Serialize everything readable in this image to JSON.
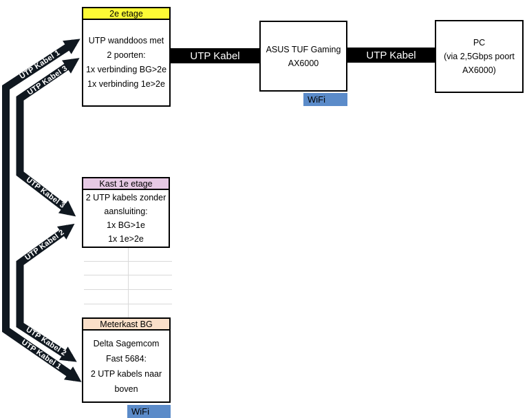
{
  "diagram": {
    "boxes": {
      "etage2": {
        "header": "2e etage",
        "lines": [
          "UTP wanddoos met",
          "2 poorten:",
          "1x verbinding BG>2e",
          "1x verbinding 1e>2e"
        ]
      },
      "router": {
        "lines": [
          "ASUS TUF Gaming",
          "AX6000"
        ],
        "wifi": "WiFi"
      },
      "pc": {
        "lines": [
          "PC",
          "(via 2,5Gbps poort",
          "AX6000)"
        ]
      },
      "kast1e": {
        "header": "Kast 1e etage",
        "lines": [
          "2 UTP kabels zonder",
          "aansluiting:",
          "1x BG>1e",
          "1x 1e>2e"
        ]
      },
      "meterkast": {
        "header": "Meterkast BG",
        "lines": [
          "Delta Sagemcom",
          "Fast 5684:",
          "2 UTP kabels naar",
          "boven"
        ],
        "wifi": "WiFi"
      }
    },
    "connectors": {
      "router_link": "UTP Kabel",
      "pc_link": "UTP Kabel"
    },
    "cables": {
      "k1_top": "UTP Kabel 1",
      "k3_top": "UTP Kabel 3",
      "k3_mid": "UTP Kabel 3",
      "k2_mid": "UTP Kabel 2",
      "k2_bottom": "UTP Kabel 2",
      "k1_bottom": "UTP Kabel 1"
    },
    "colors": {
      "header_yellow": "#FDFB35",
      "header_purple": "#E6C9E4",
      "header_peach": "#FADFC9",
      "wifi_blue": "#5B8BC9",
      "cable_black": "#101820",
      "grid_gray": "#D9D9D9"
    }
  }
}
